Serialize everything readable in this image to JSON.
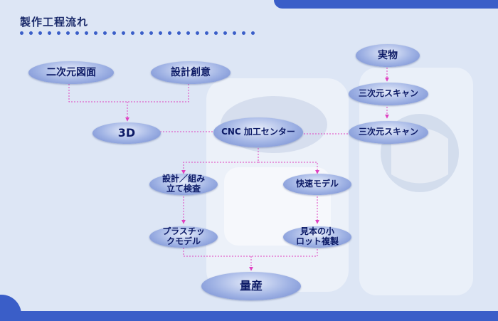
{
  "header": {
    "title": "製作工程流れ"
  },
  "nodes": {
    "jitsubutsu": "実物",
    "nijigen": "二次元図面",
    "sekkei_sou": "設計創意",
    "sanjigen_scan_1": "三次元スキャン",
    "sanjigen_scan_2": "三次元スキャン",
    "threed": "3D",
    "cnc": "CNC 加工センター",
    "sekkei_kumi_1": "設計／組み",
    "sekkei_kumi_2": "立て検査",
    "kaisoku_model": "快速モデル",
    "plastic_1": "プラスチッ",
    "plastic_2": "クモデル",
    "mihon_1": "見本の小",
    "mihon_2": "ロット複製",
    "ryousan": "量産"
  },
  "colors": {
    "frame": "#3a5ec8",
    "connector": "#e040c0",
    "node_text": "#0c1a66",
    "background": "#dde6f5"
  }
}
